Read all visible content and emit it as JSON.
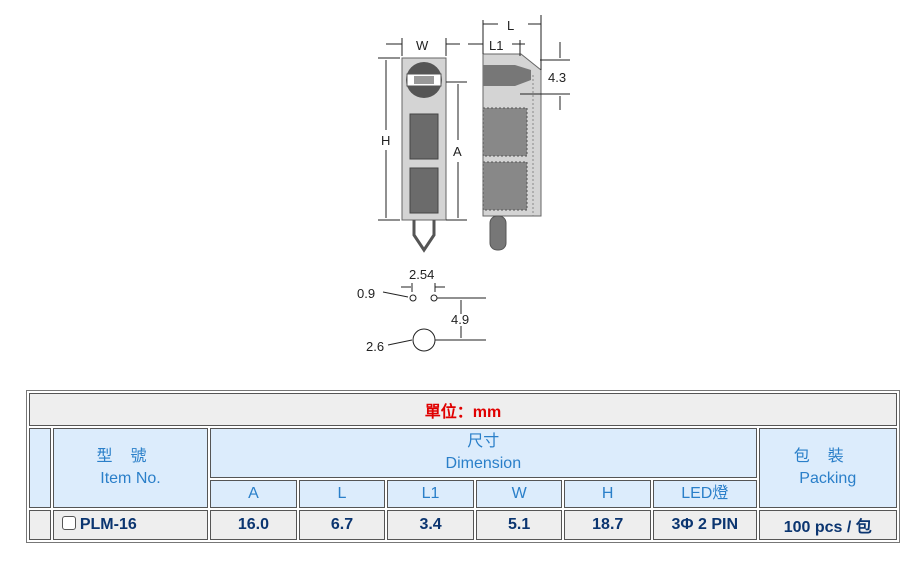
{
  "drawing": {
    "labels": {
      "W": "W",
      "L": "L",
      "L1": "L1",
      "H": "H",
      "A": "A",
      "dim_4_3": "4.3",
      "dim_2_54": "2.54",
      "dim_0_9": "0.9",
      "dim_4_9": "4.9",
      "dim_2_6": "2.6"
    }
  },
  "table": {
    "unit": "單位：mm",
    "item_header_zh": "型號",
    "item_header_en": "Item No.",
    "dimension_zh": "尺寸",
    "dimension_en": "Dimension",
    "packing_zh": "包裝",
    "packing_en": "Packing",
    "columns": [
      "A",
      "L",
      "L1",
      "W",
      "H",
      "LED燈"
    ],
    "rows": [
      {
        "item": "PLM-16",
        "values": [
          "16.0",
          "6.7",
          "3.4",
          "5.1",
          "18.7",
          "3Φ 2 PIN"
        ],
        "packing": "100 pcs / 包"
      }
    ]
  }
}
